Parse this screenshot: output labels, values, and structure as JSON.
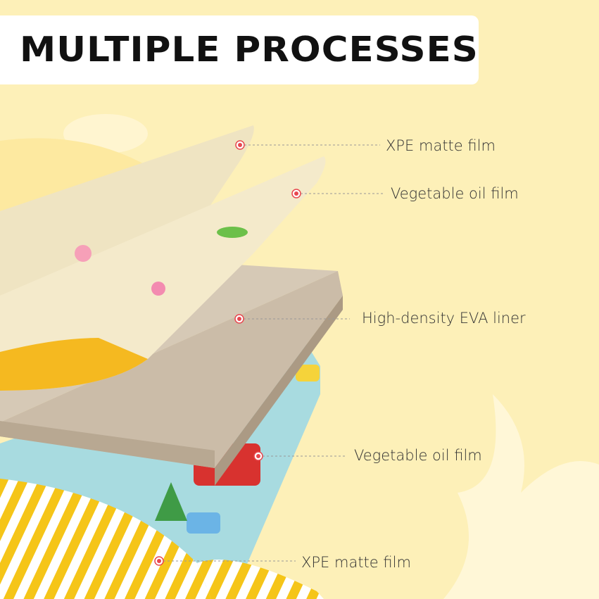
{
  "title": "MULTIPLE PROCESSES",
  "colors": {
    "background": "#fdf0b8",
    "dot": "#e8474f",
    "slab": "#cbbca8",
    "film": "#f1e7c6",
    "stripe": "#f5c518"
  },
  "callouts": [
    {
      "label": "XPE matte film"
    },
    {
      "label": "Vegetable oil film"
    },
    {
      "label": "High-density EVA liner"
    },
    {
      "label": "Vegetable oil film"
    },
    {
      "label": "XPE matte film"
    }
  ]
}
